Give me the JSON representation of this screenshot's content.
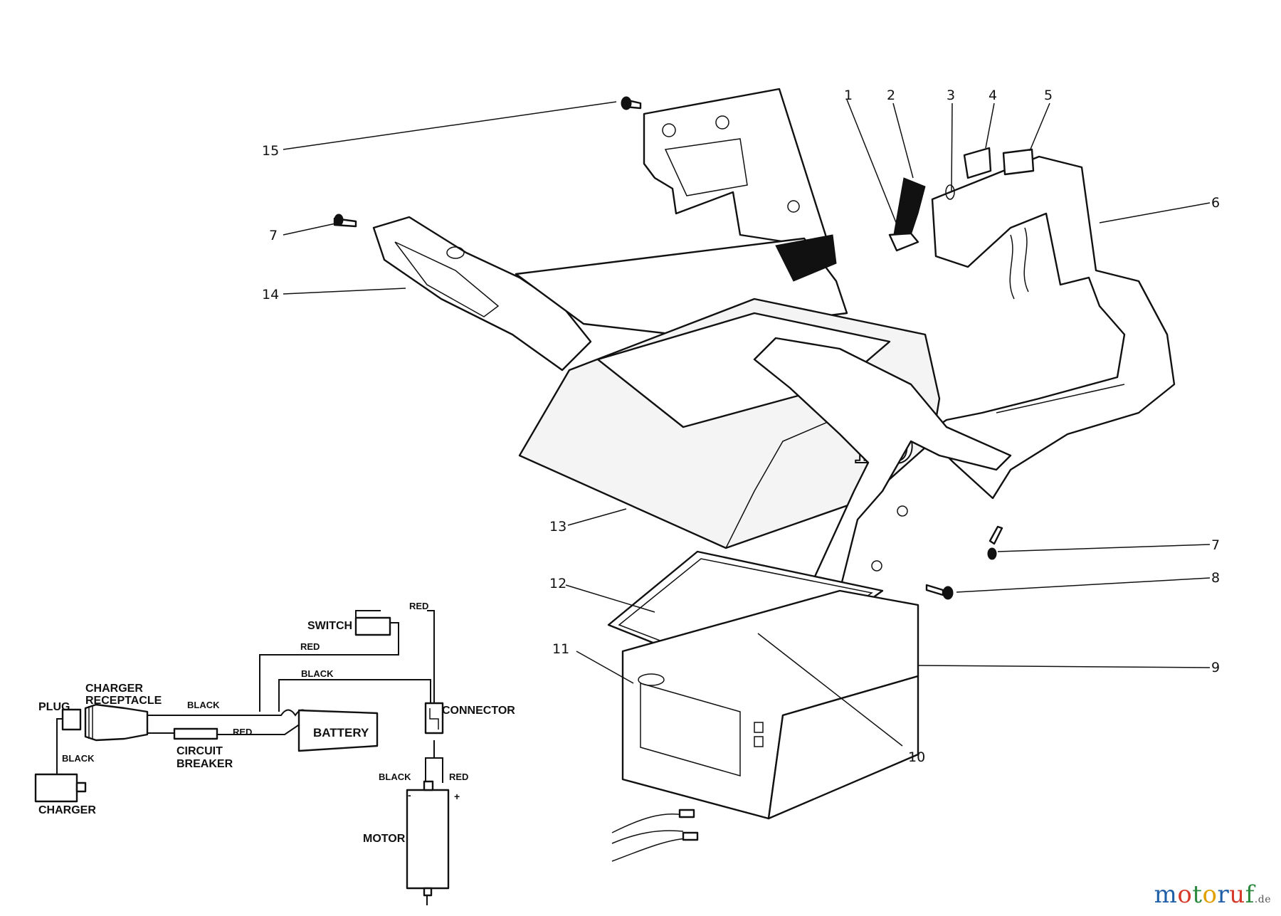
{
  "callouts": [
    "1",
    "2",
    "3",
    "4",
    "5",
    "6",
    "7",
    "7",
    "8",
    "9",
    "10",
    "11",
    "12",
    "13",
    "14",
    "15"
  ],
  "schematic": {
    "switch": "SWITCH",
    "plug": "PLUG",
    "charger_receptacle_1": "CHARGER",
    "charger_receptacle_2": "RECEPTACLE",
    "battery": "BATTERY",
    "connector": "CONNECTOR",
    "circuit_breaker_1": "CIRCUIT",
    "circuit_breaker_2": "BREAKER",
    "charger": "CHARGER",
    "motor": "MOTOR",
    "wire_red_top": "RED",
    "wire_red_mid": "RED",
    "wire_black_mid": "BLACK",
    "wire_black_recept": "BLACK",
    "wire_red_breaker": "RED",
    "wire_black_plug": "BLACK",
    "wire_black_motor": "BLACK",
    "wire_red_motor": "RED",
    "minus": "-",
    "plus": "+"
  },
  "body_logo": "TO",
  "watermark": {
    "letters": [
      "m",
      "o",
      "t",
      "o",
      "r",
      "u",
      "f"
    ],
    "suffix": ".de",
    "colors": [
      "#1f5fa8",
      "#d63a2a",
      "#2b8a3e",
      "#e0a100",
      "#1f5fa8",
      "#d63a2a",
      "#2b8a3e"
    ]
  }
}
